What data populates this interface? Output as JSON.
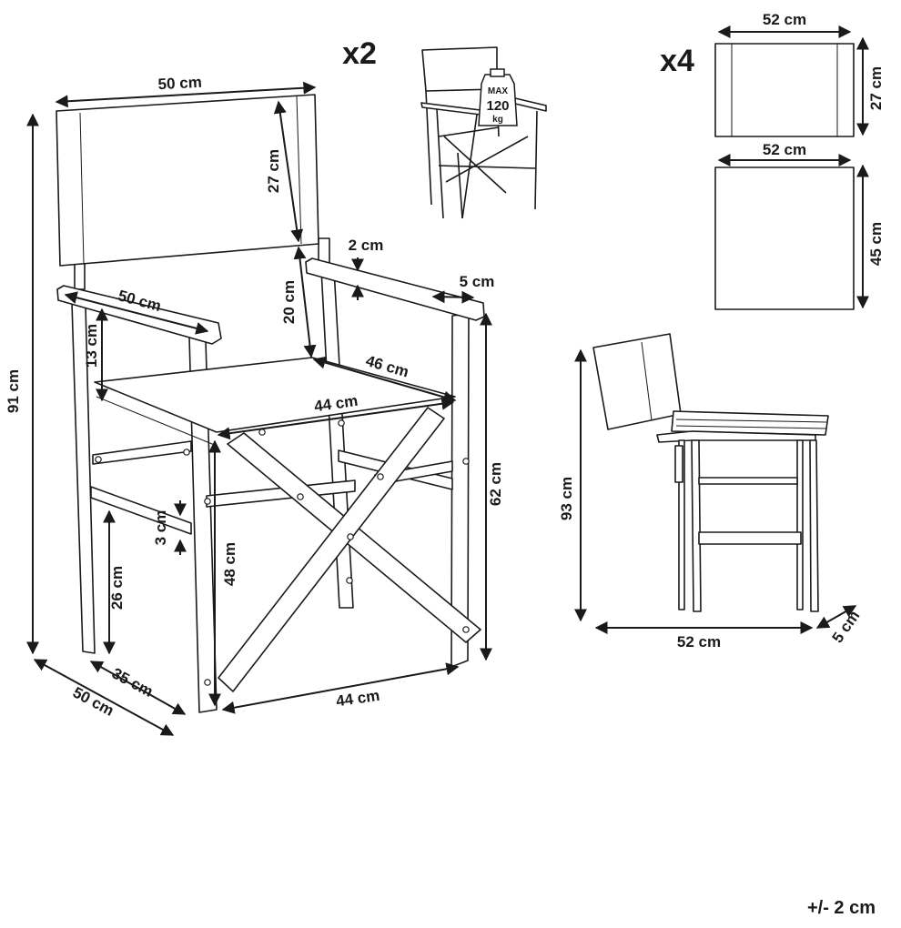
{
  "quantities": {
    "chairs": "x2",
    "fabrics": "x4"
  },
  "weight_badge": {
    "max": "MAX",
    "value": "120",
    "unit": "kg"
  },
  "front_view": {
    "back_width": "50 cm",
    "back_height": "27 cm",
    "armrest_length": "50 cm",
    "armrest_thickness": "2 cm",
    "armrest_width": "5 cm",
    "arm_to_seat": "20 cm",
    "seat_depth": "46 cm",
    "seat_width": "44 cm",
    "arm_above_seat": "13 cm",
    "total_height": "91 cm",
    "seat_height": "62 cm",
    "x_frame_height": "48 cm",
    "rail_gap": "3 cm",
    "rail_height": "26 cm",
    "base_depth_inner": "35 cm",
    "base_depth_outer": "50 cm",
    "base_width": "44 cm"
  },
  "fabric_back": {
    "width": "52 cm",
    "height": "27 cm"
  },
  "fabric_seat": {
    "width": "52 cm",
    "height": "45 cm"
  },
  "folded_view": {
    "height": "93 cm",
    "width": "52 cm",
    "depth": "5 cm"
  },
  "tolerance": "+/- 2 cm"
}
